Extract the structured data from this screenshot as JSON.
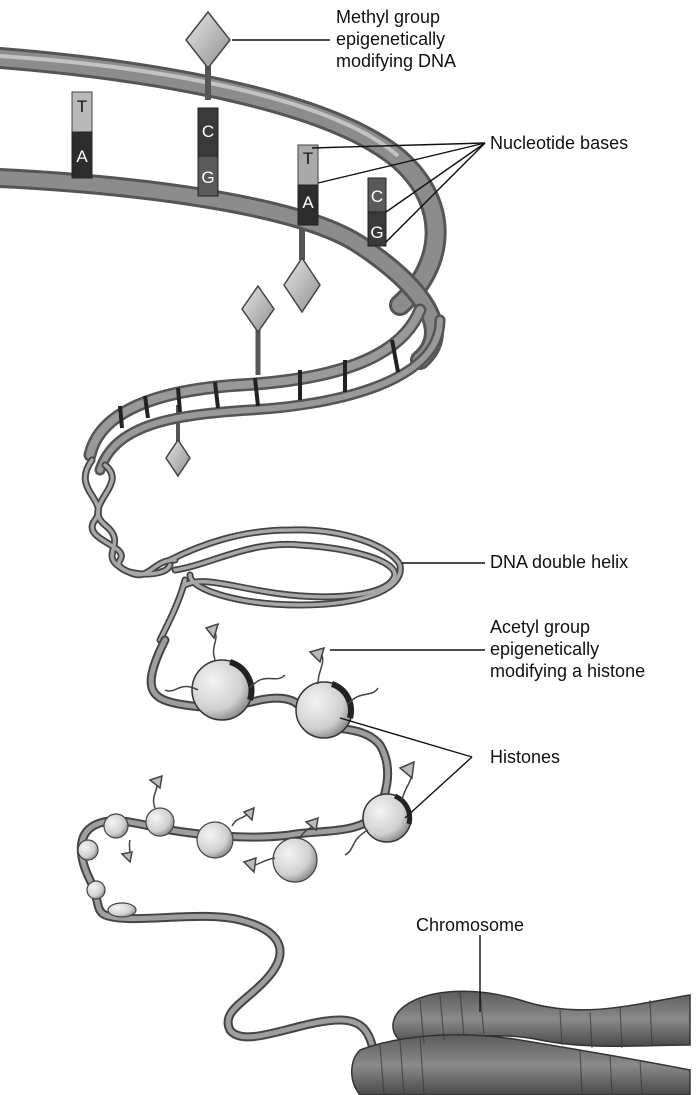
{
  "labels": {
    "methyl_dna_1": "Methyl group",
    "methyl_dna_2": "epigenetically",
    "methyl_dna_3": "modifying DNA",
    "nucleotide_bases": "Nucleotide bases",
    "double_helix": "DNA double helix",
    "acetyl_1": "Acetyl group",
    "acetyl_2": "epigenetically",
    "acetyl_3": "modifying a histone",
    "histones": "Histones",
    "chromosome": "Chromosome"
  },
  "bases": {
    "pair1_top": "T",
    "pair1_bottom": "A",
    "pair2_top": "C",
    "pair2_bottom": "G",
    "pair3_top": "T",
    "pair3_bottom": "A",
    "pair4_top": "C",
    "pair4_bottom": "G"
  }
}
